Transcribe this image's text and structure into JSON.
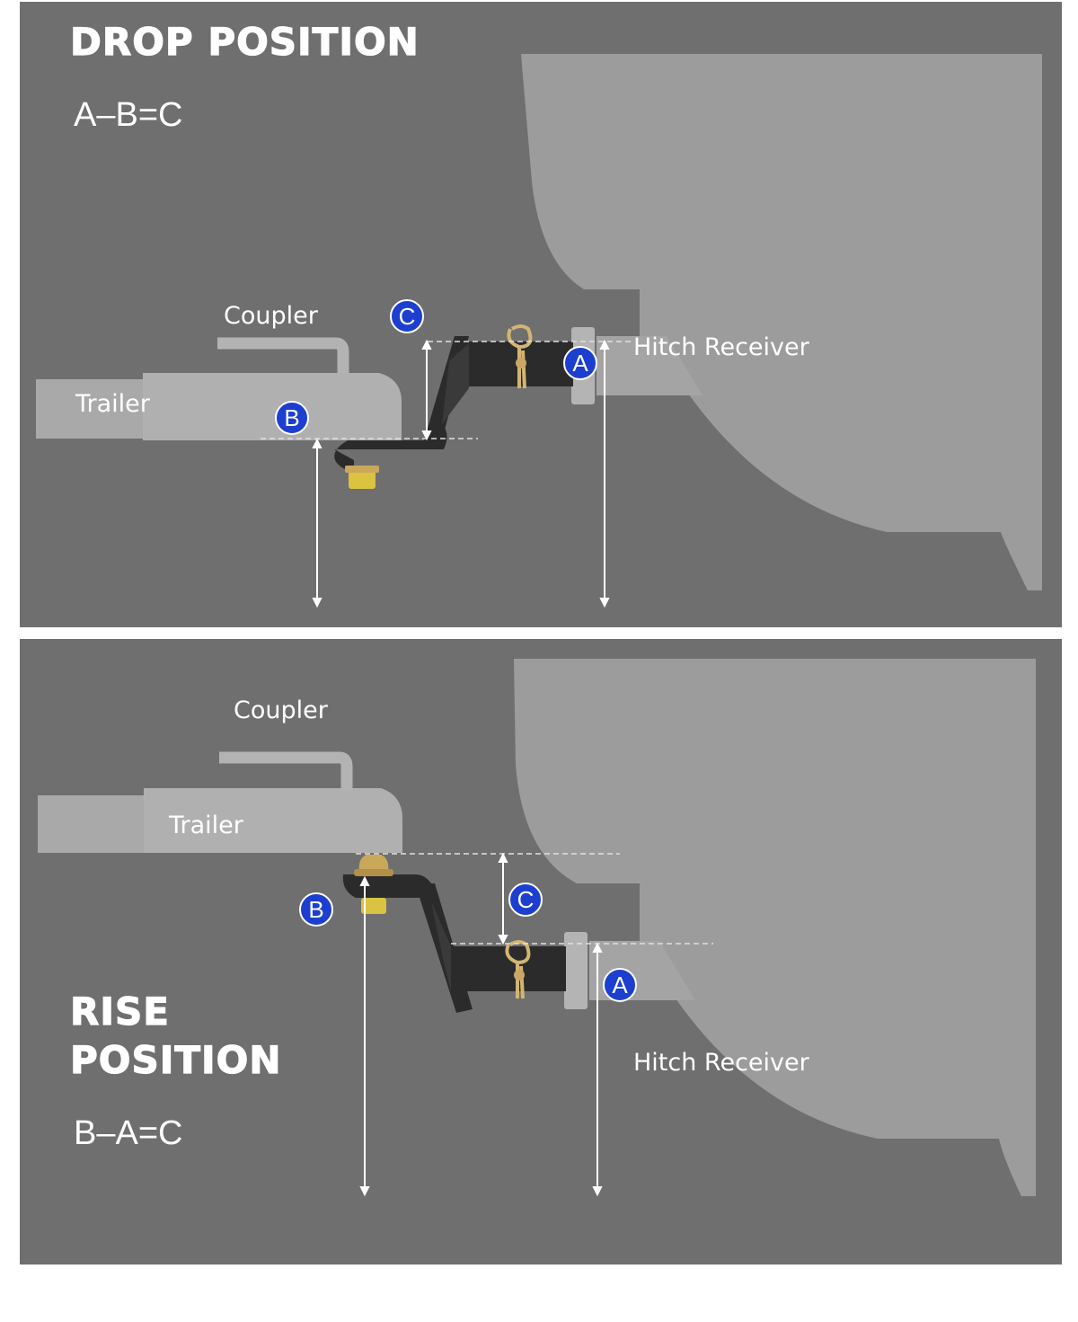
{
  "drop": {
    "title": "DROP POSITION",
    "formula": "A–B=C",
    "labels": {
      "coupler": "Coupler",
      "trailer": "Trailer",
      "hitch_receiver": "Hitch Receiver"
    },
    "markers": {
      "a": "A",
      "b": "B",
      "c": "C"
    }
  },
  "rise": {
    "title_line1": "RISE",
    "title_line2": "POSITION",
    "formula": "B–A=C",
    "labels": {
      "coupler": "Coupler",
      "trailer": "Trailer",
      "hitch_receiver": "Hitch Receiver"
    },
    "markers": {
      "a": "A",
      "b": "B",
      "c": "C"
    }
  },
  "colors": {
    "panel_bg": "#6f6f6f",
    "vehicle": "#9c9c9c",
    "trailer": "#a9a9a9",
    "mount": "#2b2b2b",
    "marker": "#1d3fcf",
    "brass": "#c9a85a",
    "text": "#ffffff"
  }
}
